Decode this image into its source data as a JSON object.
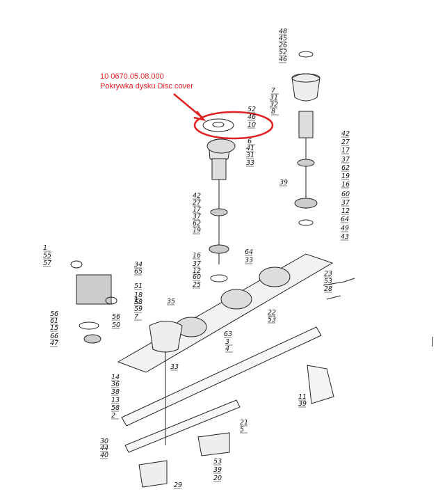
{
  "callout": {
    "code": "10 0670.05.08.000",
    "description": "Pokrywka dysku Disc cover",
    "color": "#e02020"
  },
  "drawing": {
    "stroke_color": "#222222",
    "highlight_color": "#e02020",
    "labels": [
      {
        "id": "l-48",
        "text": "48"
      },
      {
        "id": "l-45",
        "text": "45"
      },
      {
        "id": "l-26",
        "text": "26"
      },
      {
        "id": "l-52a",
        "text": "52"
      },
      {
        "id": "l-46a",
        "text": "46"
      },
      {
        "id": "l-7a",
        "text": "7"
      },
      {
        "id": "l-31a",
        "text": "31"
      },
      {
        "id": "l-32",
        "text": "32"
      },
      {
        "id": "l-8",
        "text": "8"
      },
      {
        "id": "l-52b",
        "text": "52"
      },
      {
        "id": "l-46b",
        "text": "46"
      },
      {
        "id": "l-10",
        "text": "10"
      },
      {
        "id": "l-6",
        "text": "6"
      },
      {
        "id": "l-41",
        "text": "41"
      },
      {
        "id": "l-31b",
        "text": "31"
      },
      {
        "id": "l-33a",
        "text": "33"
      },
      {
        "id": "l-42a",
        "text": "42"
      },
      {
        "id": "l-27a",
        "text": "27"
      },
      {
        "id": "l-17a",
        "text": "17"
      },
      {
        "id": "l-37a",
        "text": "37"
      },
      {
        "id": "l-62a",
        "text": "62"
      },
      {
        "id": "l-19a",
        "text": "19"
      },
      {
        "id": "l-16a",
        "text": "16"
      },
      {
        "id": "l-60a",
        "text": "60"
      },
      {
        "id": "l-42b",
        "text": "42"
      },
      {
        "id": "l-27b",
        "text": "27"
      },
      {
        "id": "l-17b",
        "text": "17"
      },
      {
        "id": "l-37b",
        "text": "37"
      },
      {
        "id": "l-62b",
        "text": "62"
      },
      {
        "id": "l-19b",
        "text": "19"
      },
      {
        "id": "l-16b",
        "text": "16"
      },
      {
        "id": "l-37c",
        "text": "37"
      },
      {
        "id": "l-12a",
        "text": "12"
      },
      {
        "id": "l-60b",
        "text": "60"
      },
      {
        "id": "l-25",
        "text": "25"
      },
      {
        "id": "l-39a",
        "text": "39"
      },
      {
        "id": "l-37d",
        "text": "37"
      },
      {
        "id": "l-12b",
        "text": "12"
      },
      {
        "id": "l-64a",
        "text": "64"
      },
      {
        "id": "l-49",
        "text": "49"
      },
      {
        "id": "l-43",
        "text": "43"
      },
      {
        "id": "l-64b",
        "text": "64"
      },
      {
        "id": "l-33b",
        "text": "33"
      },
      {
        "id": "l-1a",
        "text": "1"
      },
      {
        "id": "l-55",
        "text": "55"
      },
      {
        "id": "l-57",
        "text": "57"
      },
      {
        "id": "l-34",
        "text": "34"
      },
      {
        "id": "l-65",
        "text": "65"
      },
      {
        "id": "l-1b",
        "text": "1"
      },
      {
        "id": "l-51",
        "text": "51"
      },
      {
        "id": "l-18",
        "text": "18"
      },
      {
        "id": "l-58a",
        "text": "58"
      },
      {
        "id": "l-59",
        "text": "59"
      },
      {
        "id": "l-7b",
        "text": "7"
      },
      {
        "id": "l-35",
        "text": "35"
      },
      {
        "id": "l-56a",
        "text": "56"
      },
      {
        "id": "l-61",
        "text": "61"
      },
      {
        "id": "l-15",
        "text": "15"
      },
      {
        "id": "l-66",
        "text": "66"
      },
      {
        "id": "l-47",
        "text": "47"
      },
      {
        "id": "l-56b",
        "text": "56"
      },
      {
        "id": "l-50",
        "text": "50"
      },
      {
        "id": "l-23",
        "text": "23"
      },
      {
        "id": "l-53a",
        "text": "53"
      },
      {
        "id": "l-28",
        "text": "28"
      },
      {
        "id": "l-22",
        "text": "22"
      },
      {
        "id": "l-53b",
        "text": "53"
      },
      {
        "id": "l-63",
        "text": "63"
      },
      {
        "id": "l-3",
        "text": "3"
      },
      {
        "id": "l-4",
        "text": "4"
      },
      {
        "id": "l-33c",
        "text": "33"
      },
      {
        "id": "l-14",
        "text": "14"
      },
      {
        "id": "l-36",
        "text": "36"
      },
      {
        "id": "l-38",
        "text": "38"
      },
      {
        "id": "l-13",
        "text": "13"
      },
      {
        "id": "l-58b",
        "text": "58"
      },
      {
        "id": "l-2",
        "text": "2"
      },
      {
        "id": "l-11",
        "text": "11"
      },
      {
        "id": "l-39b",
        "text": "39"
      },
      {
        "id": "l-21",
        "text": "21"
      },
      {
        "id": "l-5",
        "text": "5"
      },
      {
        "id": "l-30",
        "text": "30"
      },
      {
        "id": "l-44",
        "text": "44"
      },
      {
        "id": "l-40",
        "text": "40"
      },
      {
        "id": "l-53c",
        "text": "53"
      },
      {
        "id": "l-39c",
        "text": "39"
      },
      {
        "id": "l-20",
        "text": "20"
      },
      {
        "id": "l-29",
        "text": "29"
      }
    ]
  }
}
